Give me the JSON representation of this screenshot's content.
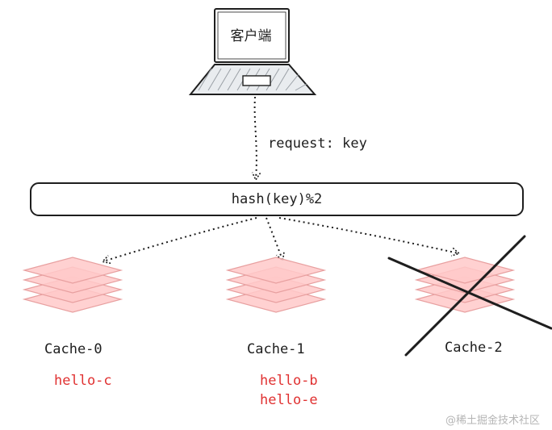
{
  "client": {
    "label": "客户端"
  },
  "request": {
    "label": "request: key"
  },
  "hash": {
    "label": "hash(key)%2"
  },
  "caches": [
    {
      "name": "Cache-0",
      "keys": [
        "hello-c"
      ],
      "removed": false
    },
    {
      "name": "Cache-1",
      "keys": [
        "hello-b",
        "hello-e"
      ],
      "removed": false
    },
    {
      "name": "Cache-2",
      "keys": [],
      "removed": true
    }
  ],
  "watermark": "@稀土掘金技术社区",
  "colors": {
    "stroke": "#1e1e1e",
    "cache_fill": "#ffc9c9",
    "cache_stroke": "#e8a0a0",
    "key_text": "#e03131",
    "laptop_fill": "#e9ecef"
  }
}
